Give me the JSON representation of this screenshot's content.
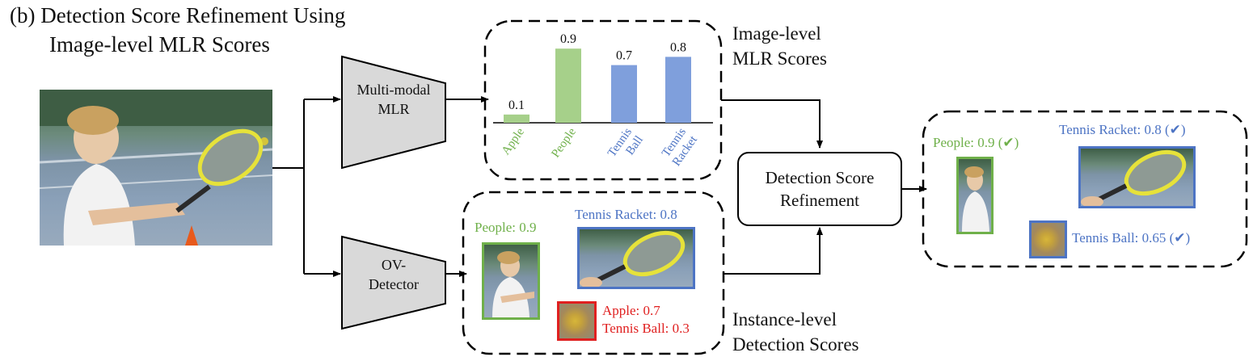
{
  "title": {
    "line1": "(b) Detection Score Refinement Using",
    "line2": "Image-level MLR Scores"
  },
  "mlr_block": {
    "line1": "Multi-modal",
    "line2": "MLR"
  },
  "detector_block": {
    "line1": "OV-",
    "line2": "Detector"
  },
  "refine_block": {
    "line1": "Detection Score",
    "line2": "Refinement"
  },
  "mlr_caption": {
    "line1": "Image-level",
    "line2": "MLR Scores"
  },
  "detect_caption": {
    "line1": "Instance-level",
    "line2": "Detection Scores"
  },
  "chart_data": {
    "type": "bar",
    "categories": [
      "Apple",
      "People",
      "Tennis Ball",
      "Tennis Racket"
    ],
    "category_lines": [
      [
        "Apple"
      ],
      [
        "People"
      ],
      [
        "Tennis",
        "Ball"
      ],
      [
        "Tennis",
        "Racket"
      ]
    ],
    "values": [
      0.1,
      0.9,
      0.7,
      0.8
    ],
    "value_labels": [
      "0.1",
      "0.9",
      "0.7",
      "0.8"
    ],
    "colors": [
      "#a6d08a",
      "#a6d08a",
      "#7f9fdc",
      "#7f9fdc"
    ],
    "label_colors": [
      "#6fb04a",
      "#6fb04a",
      "#4d74c4",
      "#4d74c4"
    ],
    "ylim": [
      0,
      1
    ]
  },
  "detections": {
    "people": "People: 0.9",
    "racket": "Tennis Racket: 0.8",
    "apple": "Apple: 0.7",
    "ball": "Tennis Ball: 0.3"
  },
  "refined": {
    "people": "People: 0.9 (✔)",
    "racket": "Tennis Racket: 0.8  (✔)",
    "ball": "Tennis Ball: 0.65 (✔)"
  },
  "colors": {
    "green": "#6fb04a",
    "blue": "#4d74c4",
    "red": "#e02020",
    "refine_fill": "#fdf0c8",
    "trapezoid_fill": "#d9d9d9"
  }
}
